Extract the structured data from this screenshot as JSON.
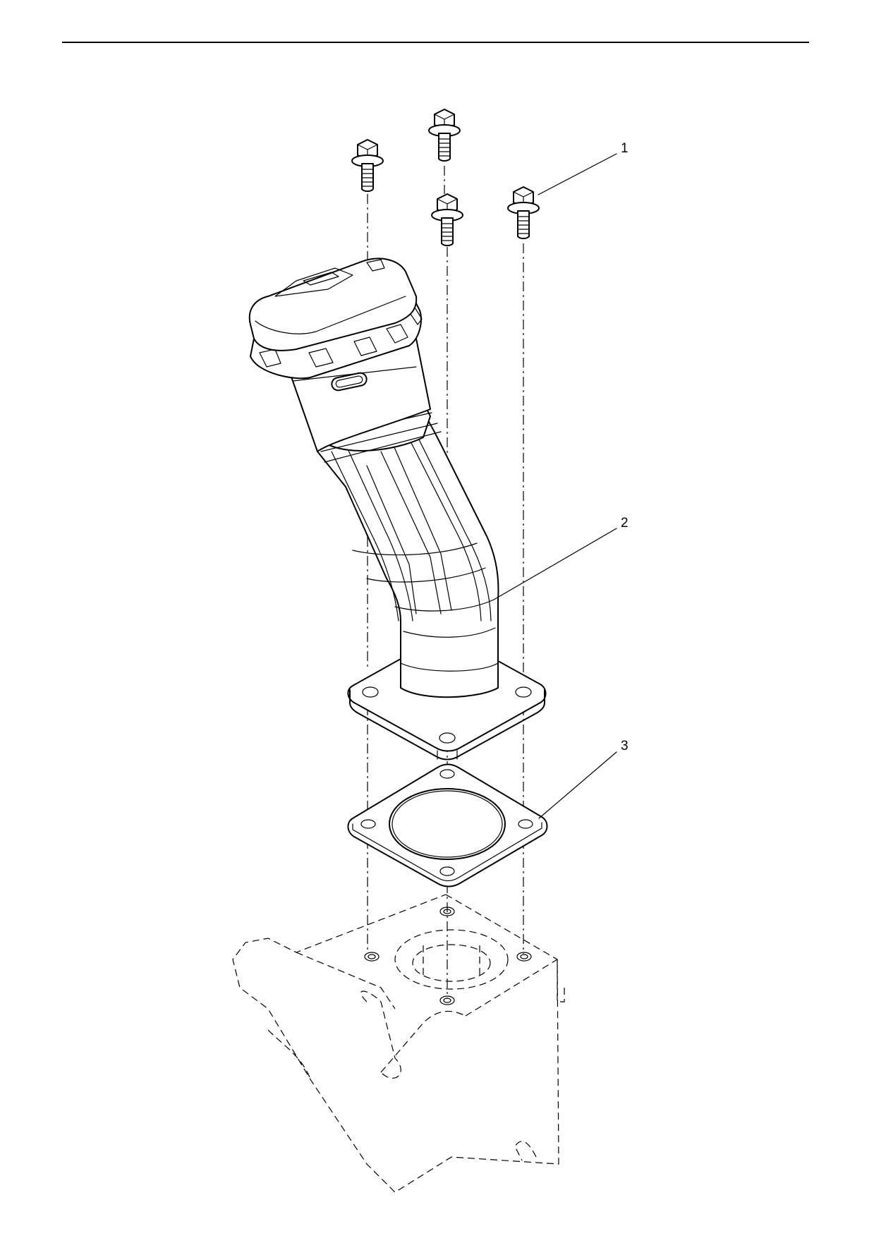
{
  "diagram": {
    "callouts": [
      {
        "id": "1",
        "label": "1"
      },
      {
        "id": "2",
        "label": "2"
      },
      {
        "id": "3",
        "label": "3"
      }
    ],
    "parts": [
      {
        "item": "1",
        "icon": "flange-bolt-icon",
        "count": 4
      },
      {
        "item": "2",
        "icon": "filler-neck-icon"
      },
      {
        "item": "3",
        "icon": "gasket-icon"
      },
      {
        "item": "",
        "icon": "mating-housing-icon",
        "style": "phantom"
      }
    ],
    "colors": {
      "line": "#000000",
      "background": "#ffffff"
    }
  }
}
